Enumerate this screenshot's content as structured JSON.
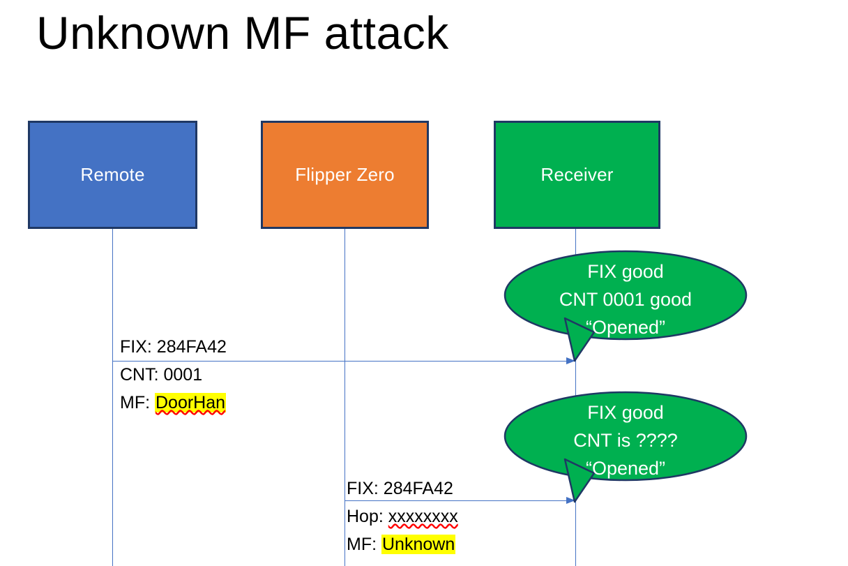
{
  "slide": {
    "title": "Unknown MF attack",
    "background": "#FFFFFF"
  },
  "colors": {
    "remote_fill": "#4472C4",
    "flipper_fill": "#ED7D31",
    "receiver_fill": "#00B050",
    "box_border": "#1F3864",
    "line": "#4472C4",
    "highlight": "#FFFF00",
    "spellcheck": "#FF0000",
    "text_light": "#FFFFFF",
    "text_dark": "#000000"
  },
  "actors": [
    {
      "id": "remote",
      "label": "Remote"
    },
    {
      "id": "flipper",
      "label": "Flipper Zero"
    },
    {
      "id": "receiver",
      "label": "Receiver"
    }
  ],
  "messages": [
    {
      "id": "remote-to-receiver",
      "from": "remote",
      "to": "receiver",
      "lines": [
        {
          "prefix": "FIX: ",
          "value": "284FA42",
          "highlight": false,
          "spellcheck": false
        },
        {
          "prefix": "CNT: ",
          "value": "0001",
          "highlight": false,
          "spellcheck": false
        },
        {
          "prefix": "MF: ",
          "value": "DoorHan",
          "highlight": true,
          "spellcheck": true
        }
      ]
    },
    {
      "id": "flipper-to-receiver",
      "from": "flipper",
      "to": "receiver",
      "lines": [
        {
          "prefix": "FIX: ",
          "value": "284FA42",
          "highlight": false,
          "spellcheck": false
        },
        {
          "prefix": "Hop: ",
          "value": "xxxxxxxx",
          "highlight": false,
          "spellcheck": true
        },
        {
          "prefix": "MF: ",
          "value": "Unknown",
          "highlight": true,
          "spellcheck": false
        }
      ]
    }
  ],
  "callouts": [
    {
      "id": "callout-valid",
      "line1": "FIX good",
      "line2": "CNT 0001 good",
      "line3": "“Opened”"
    },
    {
      "id": "callout-unknown",
      "line1": "FIX good",
      "line2": "CNT is ????",
      "line3": "“Opened”"
    }
  ]
}
